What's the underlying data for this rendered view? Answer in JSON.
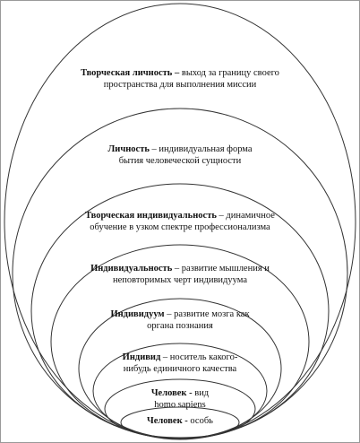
{
  "levels": [
    {
      "term": "Творческая личность",
      "sep": " – ",
      "line1_rest": "выход за границу своего",
      "line2": "пространства для выполнения миссии"
    },
    {
      "term": "Личность",
      "sep": " – ",
      "line1_rest": "индивидуальная форма",
      "line2": "бытия человеческой сущности"
    },
    {
      "term": "Творческая индивидуальность",
      "sep": " – ",
      "line1_rest": "динамичное",
      "line2": "обучение в узком спектре профессионализма"
    },
    {
      "term": "Индивидуальность",
      "sep": " – ",
      "line1_rest": "развитие мышления и",
      "line2": "неповторимых черт индивидуума"
    },
    {
      "term": "Индивидуум",
      "sep": " – ",
      "line1_rest": "развитие мозга как",
      "line2": "органа познания"
    },
    {
      "term": "Индивид",
      "sep": " – ",
      "line1_rest": "носитель какого-",
      "line2": "нибудь единичного качества"
    },
    {
      "term": "Человек",
      "sep": " - ",
      "line1_rest": "вид",
      "line2": "homo sapiens"
    },
    {
      "term": "Человек",
      "sep": " - ",
      "line1_rest": "особь",
      "line2": ""
    }
  ],
  "colors": {
    "stroke": "#333333",
    "text": "#111111",
    "border": "#9a9a9a"
  }
}
